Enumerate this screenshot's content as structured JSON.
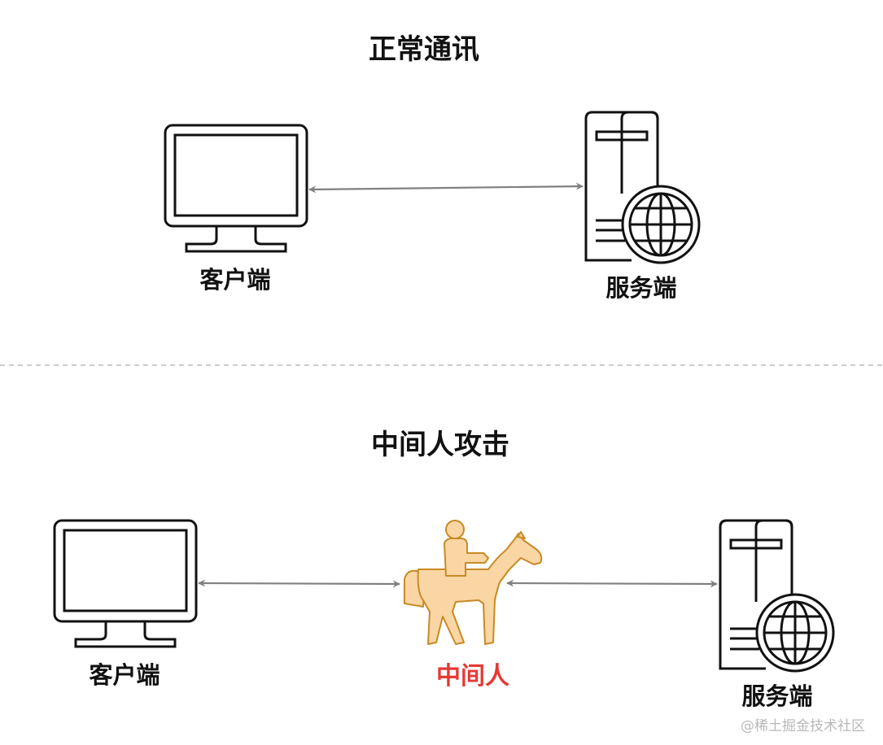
{
  "sections": {
    "normal": {
      "title": "正常通讯",
      "client_label": "客户端",
      "server_label": "服务端"
    },
    "attack": {
      "title": "中间人攻击",
      "client_label": "客户端",
      "middle_label": "中间人",
      "server_label": "服务端"
    }
  },
  "watermark": "@稀土掘金技术社区",
  "colors": {
    "text": "#111111",
    "arrow": "#808080",
    "divider": "#bbbbbb",
    "middle_label": "#e53935",
    "rider_fill": "#f9d6a4",
    "rider_stroke": "#c98a25",
    "icon_stroke": "#111111"
  },
  "icons": {
    "client": "monitor-icon",
    "server": "server-globe-icon",
    "middle": "horse-rider-icon"
  }
}
